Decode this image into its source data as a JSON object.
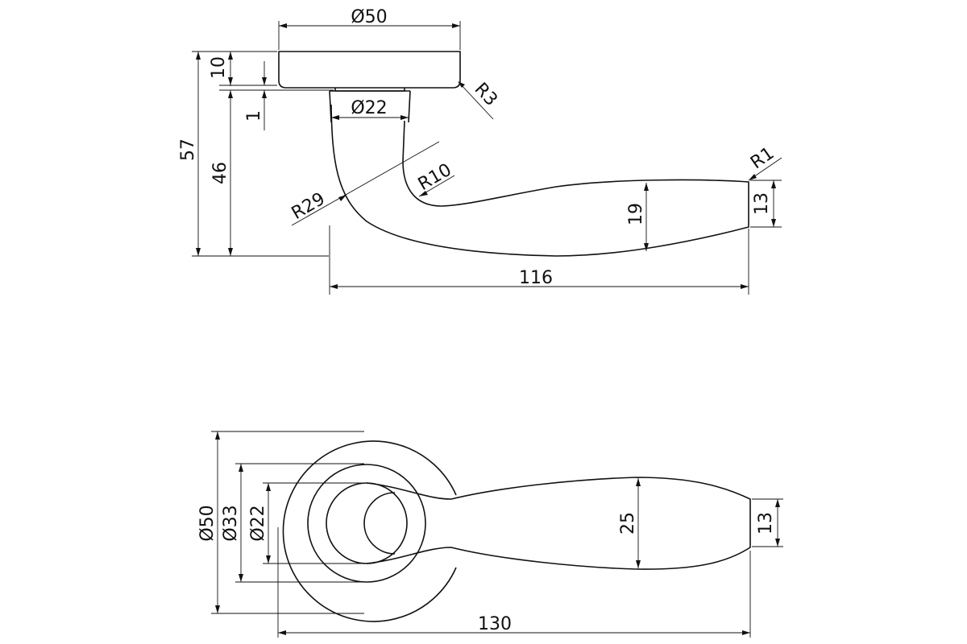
{
  "side_view": {
    "rosette_diameter": "Ø50",
    "rosette_thickness": "10",
    "gap": "1",
    "neck_diameter": "Ø22",
    "rosette_radius": "R3",
    "total_height": "57",
    "lever_height": "46",
    "outer_radius": "R29",
    "inner_radius": "R10",
    "tip_radius": "R1",
    "grip_height": "19",
    "tip_height": "13",
    "lever_length": "116"
  },
  "top_view": {
    "rosette_diameter": "Ø50",
    "ring_diameter": "Ø33",
    "neck_diameter": "Ø22",
    "grip_width": "25",
    "tip_width": "13",
    "overall_length": "130"
  }
}
